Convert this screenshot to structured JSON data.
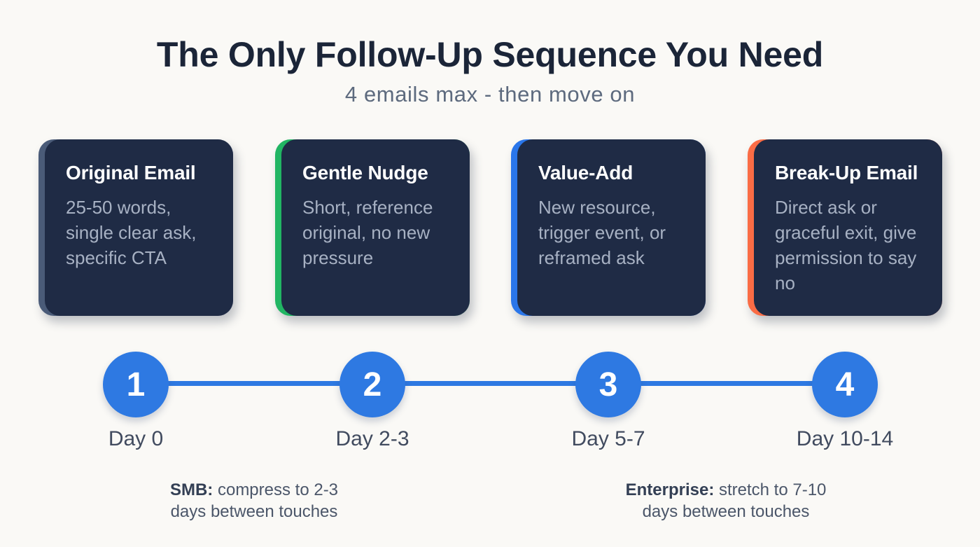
{
  "header": {
    "title": "The Only Follow-Up Sequence You Need",
    "subtitle": "4 emails max - then move on"
  },
  "cards": [
    {
      "title": "Original Email",
      "body": "25-50 words,\nsingle clear ask,\nspecific CTA",
      "accent": "#4a5b78"
    },
    {
      "title": "Gentle Nudge",
      "body": "Short, reference\noriginal, no new\npressure",
      "accent": "#21b563"
    },
    {
      "title": "Value-Add",
      "body": "New resource,\ntrigger event, or\nreframed ask",
      "accent": "#2a76ea"
    },
    {
      "title": "Break-Up Email",
      "body": "Direct ask or\ngraceful exit, give\npermission to say\nno",
      "accent": "#fa6c45"
    }
  ],
  "timeline": {
    "steps": [
      {
        "number": "1",
        "day_label": "Day 0"
      },
      {
        "number": "2",
        "day_label": "Day 2-3"
      },
      {
        "number": "3",
        "day_label": "Day 5-7"
      },
      {
        "number": "4",
        "day_label": "Day 10-14"
      }
    ]
  },
  "notes": [
    {
      "bold": "SMB:",
      "text": " compress to 2-3\ndays between touches"
    },
    {
      "bold": "Enterprise:",
      "text": " stretch to 7-10\ndays between touches"
    }
  ],
  "colors": {
    "bg": "#faf9f6",
    "title": "#1b2538",
    "subtitle": "#5d6a7e",
    "card": "#1f2b45",
    "card-title": "#ffffff",
    "card-body": "#a7b1c3",
    "circle": "#2e79e2",
    "line": "#2e79e2",
    "day-label": "#414b5f",
    "note-text": "#4b5669",
    "note-bold": "#333f54"
  }
}
